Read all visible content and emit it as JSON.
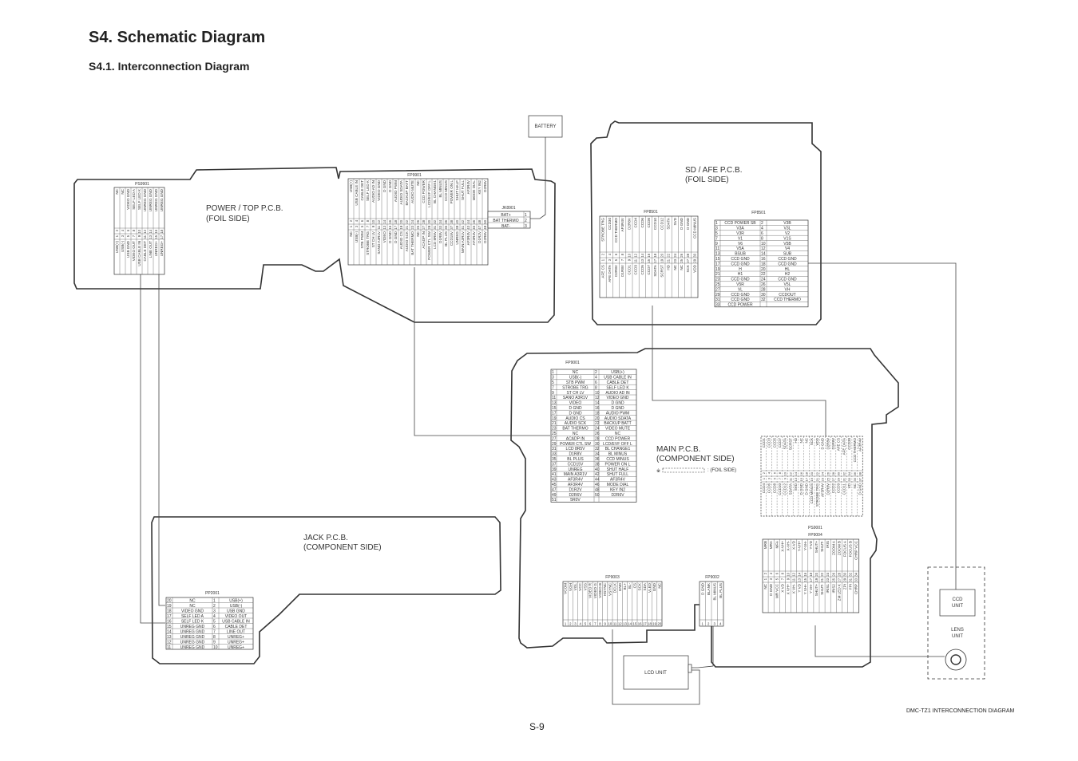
{
  "title": "S4. Schematic Diagram",
  "subtitle": "S4.1. Interconnection Diagram",
  "page_number": "S-9",
  "footer": "DMC-TZ1 INTERCONNECTION DIAGRAM",
  "boards": {
    "power_top": [
      "POWER / TOP P.C.B.",
      "(FOIL SIDE)"
    ],
    "sd_afe": [
      "SD / AFE P.C.B.",
      "(FOIL SIDE)"
    ],
    "main": [
      "MAIN P.C.B.",
      "(COMPONENT SIDE)"
    ],
    "main_legend": ": (FOIL SIDE)",
    "jack": [
      "JACK P.C.B.",
      "(COMPONENT SIDE)"
    ]
  },
  "units": {
    "battery": "BATTERY",
    "lcd": "LCD UNIT",
    "ccd": [
      "CCD",
      "UNIT"
    ],
    "lens": [
      "LENS",
      "UNIT"
    ]
  },
  "connectors": {
    "ps9901": {
      "name": "PS9901",
      "top_labels": [
        "NC",
        "NC",
        "VIDEO GND",
        "SELF LED A",
        "SELF LED K",
        "UNREG GND",
        "UNREG GND",
        "UNREG GND",
        "UNREG GND"
      ],
      "bottom_labels": [
        "USB(+)",
        "USB(-)",
        "USB GND",
        "VIDEO OUT",
        "USB CABLE IN",
        "CABLE DET",
        "LINE OUT",
        "UNREG+",
        "UNREG+"
      ]
    },
    "fp9901": {
      "name": "FP9901",
      "top_labels": [
        "USB(+)",
        "USB CABLE IN",
        "CABLE DET",
        "SELF LED K",
        "AUDIO AD IN",
        "VIDEO GND",
        "D GND",
        "D GND",
        "AUDIO PWM",
        "AUDIO SDATA",
        "BACKUP BATT",
        "AUDIO MUTE",
        "NC",
        "CCD POWER",
        "LCD/EVF OFF L",
        "BL CHANGE1",
        "BL MINUS",
        "CCD MINUS",
        "POWER ON L",
        "SHUT HALF",
        "SHUT FULL",
        "AF3R4V",
        "MODE DIAL",
        "KEY IN2",
        "D2R6V"
      ],
      "bottom_labels": [
        "NC",
        "USB(-)",
        "STB PWM",
        "STROBE TRG",
        "ST CH LV",
        "SANO A3R1V",
        "VIDEO",
        "D GND",
        "D GND",
        "AUDIO CS",
        "AUDIO SCK",
        "BAT THERMO",
        "NC",
        "ACADP IN",
        "POWER CTL SW",
        "LCD 8R5V",
        "D1R8V",
        "BL PLUS",
        "CCD15V",
        "UNREG",
        "MAIN A3R1V",
        "AF3R4V",
        "AF3R4V",
        "D1R2V",
        "D2R6V"
      ]
    },
    "jk8901": {
      "name": "JK8901",
      "rows": [
        [
          "BAT+",
          "1"
        ],
        [
          "BAT THERMO",
          "2"
        ],
        [
          "BAT-",
          "3"
        ]
      ]
    },
    "fp8501": {
      "name": "FP8501",
      "top_labels": [
        "STROBE TRG",
        "CCD30",
        "CCD THERMO",
        "AF3R4V",
        "D2R8V",
        "CCD4",
        "CCD6",
        "CCD8",
        "CCD10",
        "CCD12",
        "SDATA",
        "SVD",
        "D GND",
        "D GND",
        "CCD MINUS"
      ],
      "bottom_labels": [
        "AFE CS",
        "AFE DATA",
        "D2R8V",
        "D1R8V",
        "CCD1",
        "CCD3",
        "CCD5",
        "CCD7",
        "SDATA",
        "SCRST",
        "HD",
        "NC",
        "NC",
        "SCK",
        "VDD"
      ]
    },
    "fp8501b": {
      "name": "FP8501",
      "rows": [
        [
          "1",
          "CCD POWER SB",
          "2",
          "V3B"
        ],
        [
          "3",
          "V3A",
          "4",
          "V3L"
        ],
        [
          "5",
          "V3R",
          "6",
          "V2"
        ],
        [
          "7",
          "V1",
          "8",
          "V1S"
        ],
        [
          "9",
          "V6",
          "10",
          "V5B"
        ],
        [
          "11",
          "V5A",
          "12",
          "V4"
        ],
        [
          "13",
          "BSUB",
          "14",
          "SUB"
        ],
        [
          "15",
          "CCD GND",
          "16",
          "CCD GND"
        ],
        [
          "17",
          "CCD GND",
          "18",
          "CCD GND"
        ],
        [
          "19",
          "H",
          "20",
          "HL"
        ],
        [
          "21",
          "H1",
          "22",
          "H2"
        ],
        [
          "23",
          "CCD GND",
          "24",
          "CCD GND"
        ],
        [
          "25",
          "V5R",
          "26",
          "V5L"
        ],
        [
          "27",
          "VL",
          "28",
          "VH"
        ],
        [
          "29",
          "CCD GND",
          "30",
          "CCDOUT"
        ],
        [
          "31",
          "CCD GND",
          "32",
          "CCD THERMO"
        ],
        [
          "33",
          "CCD POWER",
          "",
          ""
        ]
      ]
    },
    "fp9001": {
      "name": "FP9001",
      "rows": [
        [
          "1",
          "NC",
          "2",
          "USB(+)"
        ],
        [
          "3",
          "USB(-)",
          "4",
          "USB CABLE IN"
        ],
        [
          "5",
          "STB PWM",
          "6",
          "CABLE DET"
        ],
        [
          "7",
          "STROBE TRG",
          "8",
          "SELF LED K"
        ],
        [
          "9",
          "ST CH LV",
          "10",
          "AUDIO AD IN"
        ],
        [
          "11",
          "SANO A3R1V",
          "12",
          "VIDEO GND"
        ],
        [
          "13",
          "VIDEO",
          "14",
          "D GND"
        ],
        [
          "15",
          "D GND",
          "16",
          "D GND"
        ],
        [
          "17",
          "D GND",
          "18",
          "AUDIO PWM"
        ],
        [
          "19",
          "AUDIO CS",
          "20",
          "AUDIO SDATA"
        ],
        [
          "21",
          "AUDIO SCK",
          "22",
          "BACKUP BATT"
        ],
        [
          "23",
          "BAT THERMO",
          "24",
          "VIDEO MUTE"
        ],
        [
          "25",
          "NC",
          "26",
          "NC"
        ],
        [
          "27",
          "ACADP IN",
          "28",
          "CCD POWER"
        ],
        [
          "29",
          "POWER CTL SW",
          "30",
          "LCD/EVF OFF L"
        ],
        [
          "31",
          "LCD 8R5V",
          "32",
          "BL CHANGE1"
        ],
        [
          "33",
          "D1R8V",
          "34",
          "BL MINUS"
        ],
        [
          "35",
          "BL PLUS",
          "36",
          "CCD MINUS"
        ],
        [
          "37",
          "CCD15V",
          "38",
          "POWER ON L"
        ],
        [
          "39",
          "UNREG",
          "40",
          "SHUT HALF"
        ],
        [
          "41",
          "MAIN A3R1V",
          "42",
          "SHUT FULL"
        ],
        [
          "43",
          "AF3R4V",
          "44",
          "AF3R4V"
        ],
        [
          "45",
          "AF3R4V",
          "46",
          "MODE DIAL"
        ],
        [
          "47",
          "D1R2V",
          "48",
          "KEY IN2"
        ],
        [
          "49",
          "D2R6V",
          "50",
          "D2R6V"
        ],
        [
          "51",
          "5R0V",
          "",
          ""
        ]
      ]
    },
    "pp2001": {
      "name": "PP2001",
      "rows": [
        [
          "20",
          "NC",
          "1",
          "USB(+)"
        ],
        [
          "19",
          "NC",
          "2",
          "USB(-)"
        ],
        [
          "18",
          "VIDEO GND",
          "3",
          "USB GND"
        ],
        [
          "17",
          "SELF LED A",
          "4",
          "VIDEO OUT"
        ],
        [
          "16",
          "SELF LED K",
          "5",
          "USB CABLE IN"
        ],
        [
          "15",
          "UNREG GND",
          "6",
          "CABLE DET"
        ],
        [
          "14",
          "UNREG GND",
          "7",
          "LINE OUT"
        ],
        [
          "13",
          "UNREG GND",
          "8",
          "UNREG+"
        ],
        [
          "12",
          "UNREG GND",
          "9",
          "UNREG+"
        ],
        [
          "11",
          "UNREG GND",
          "10",
          "UNREG+"
        ]
      ]
    },
    "ps9001": {
      "name": "PS9001",
      "top_labels": [
        "CCD1",
        "CCD3",
        "CCD5",
        "CCD7",
        "SDATA",
        "SCRST",
        "HD",
        "NC",
        "NC",
        "SCK",
        "VDD",
        "D GND",
        "D2R8V",
        "D1R8V",
        "AFE CS",
        "AFE DATA",
        "CCD30",
        "CCD THERMO",
        "AF3R4V"
      ],
      "bottom_labels": [
        "CCD4",
        "CCD6",
        "CCD8",
        "CCD10",
        "CCD12",
        "SDATA",
        "SVD",
        "D GND",
        "D GND",
        "CCD MINUS",
        "STROBE TRG",
        "AF3R4V",
        "D2R8V",
        "CCD2",
        "CCD9",
        "CCD11",
        "VD",
        "NC",
        "D GND"
      ]
    },
    "fp9003": {
      "name": "FP9003",
      "labels": [
        "VCOM",
        "VGH",
        "VGL",
        "VCC",
        "VSS",
        "VIDEO R",
        "VIDEO G",
        "VIDEO B",
        "HSYNC",
        "VSYNC",
        "DCLK",
        "GND",
        "BL+",
        "BL-",
        "CS",
        "SCK",
        "SDA",
        "VLED",
        "GND",
        "NC"
      ]
    },
    "fp9002": {
      "name": "FP9002",
      "labels": [
        "D GND",
        "BLANK",
        "BL MINUS",
        "BL PLUS"
      ]
    },
    "fp9004": {
      "name": "FP9004",
      "top_labels": [
        "MRB",
        "MRA",
        "MFA",
        "X-VH+",
        "X-VH-",
        "X-VD",
        "Y-VH+",
        "Y-VH-",
        "Y-VD",
        "SHUT+",
        "SHUT-",
        "IRIS",
        "ZOOM A",
        "ZOOM B",
        "FOCUS A",
        "FOCUS B",
        "CHRP VCC"
      ],
      "bottom_labels": [
        "NC",
        "D GND",
        "MR VCC",
        "X VD",
        "X VH+",
        "X VH-",
        "Y VD",
        "Y VH+",
        "Y VH-",
        "SHUT+",
        "SHUT-",
        "IRIS1",
        "IRIS2",
        "ZM LED K",
        "ZPI",
        "FPI",
        "CHRP"
      ]
    }
  }
}
